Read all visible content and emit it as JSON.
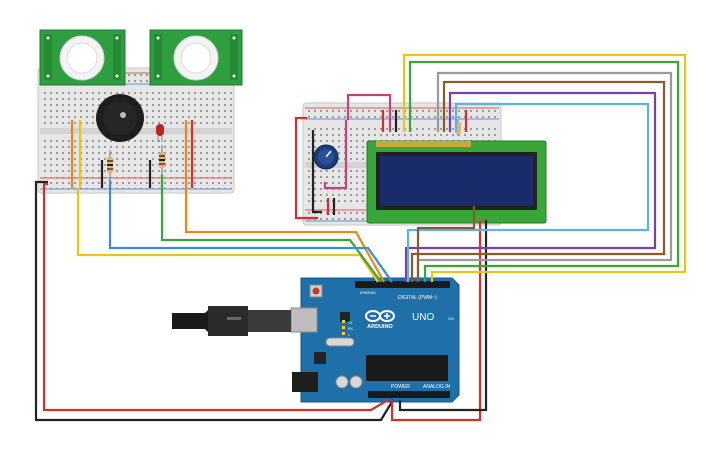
{
  "board": {
    "name": "ARDUINO",
    "model": "UNO",
    "digital_label": "DIGITAL (PWM~)",
    "power_label": "POWER",
    "analog_label": "ANALOG IN",
    "tx_label": "TX",
    "rx_label": "RX",
    "l_label": "L",
    "on_label": "ON",
    "aref_label": "AREF",
    "gnd_label": "GND"
  },
  "colors": {
    "board": "#1f6fa8",
    "breadboard": "#e3e3e3",
    "lcd_pcb": "#3aa63a",
    "lcd_screen": "#1a2b6b",
    "pir_pcb": "#2e9e3e",
    "wire_red": "#d0312d",
    "wire_black": "#222222",
    "wire_yellow": "#e6c619",
    "wire_orange": "#e88a1a",
    "wire_green": "#3aa63a",
    "wire_blue": "#3b8fd0",
    "wire_purple": "#7d3fa0",
    "wire_brown": "#8b5a2b",
    "wire_gray": "#9a9a9a",
    "wire_cyan": "#5ab6d8",
    "wire_pink": "#c0437a"
  },
  "components": {
    "pir_sensors": 2,
    "buzzer": "piezo-buzzer",
    "led": "red-led",
    "lcd": "16x2-lcd",
    "potentiometer": "potentiometer",
    "usb_icon": "usb-b-cable-icon",
    "dc_jack_icon": "dc-jack-icon"
  }
}
